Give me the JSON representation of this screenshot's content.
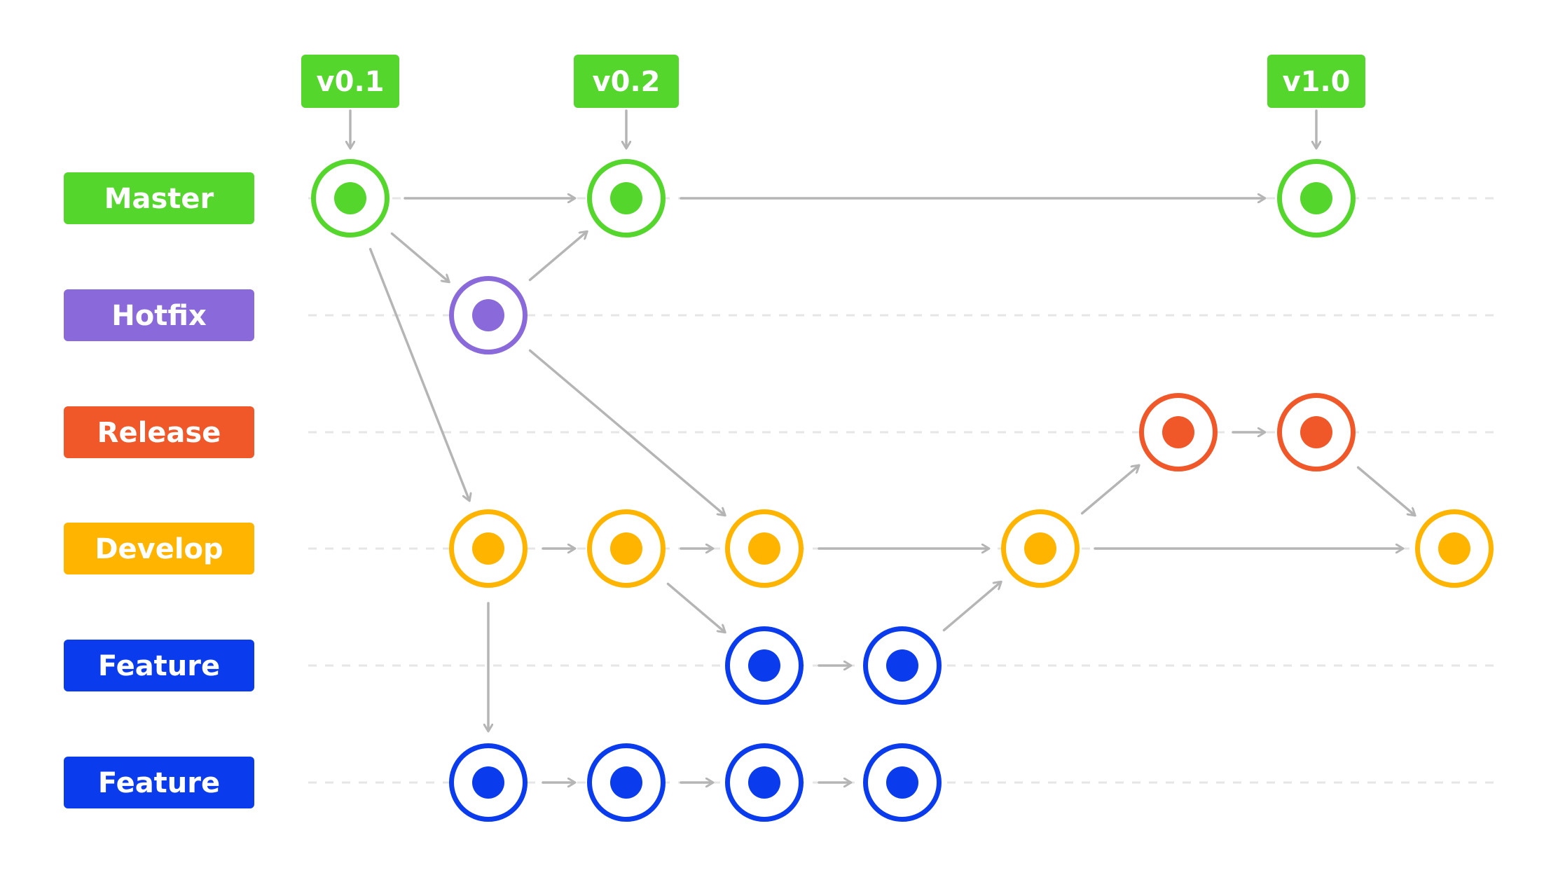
{
  "colors": {
    "master": "#54d62c",
    "hotfix": "#8a6ada",
    "release": "#f0582a",
    "develop": "#ffb400",
    "feature": "#0a3ced",
    "arrow": "#b5b5b5",
    "guide": "#e6e6e6",
    "label_text": "#ffffff",
    "node_fill": "#ffffff"
  },
  "branches": [
    {
      "id": "master",
      "label": "Master",
      "color": "master"
    },
    {
      "id": "hotfix",
      "label": "Hotfix",
      "color": "hotfix"
    },
    {
      "id": "release",
      "label": "Release",
      "color": "release"
    },
    {
      "id": "develop",
      "label": "Develop",
      "color": "develop"
    },
    {
      "id": "feature1",
      "label": "Feature",
      "color": "feature"
    },
    {
      "id": "feature2",
      "label": "Feature",
      "color": "feature"
    }
  ],
  "tags": [
    {
      "id": "tag-v01",
      "label": "v0.1",
      "target": "m1"
    },
    {
      "id": "tag-v02",
      "label": "v0.2",
      "target": "m2"
    },
    {
      "id": "tag-v10",
      "label": "v1.0",
      "target": "m3"
    }
  ],
  "commits": [
    {
      "id": "m1",
      "branch": "master",
      "color": "master"
    },
    {
      "id": "m2",
      "branch": "master",
      "color": "master"
    },
    {
      "id": "m3",
      "branch": "master",
      "color": "master"
    },
    {
      "id": "h1",
      "branch": "hotfix",
      "color": "hotfix"
    },
    {
      "id": "r1",
      "branch": "release",
      "color": "release"
    },
    {
      "id": "r2",
      "branch": "release",
      "color": "release"
    },
    {
      "id": "d1",
      "branch": "develop",
      "color": "develop"
    },
    {
      "id": "d2",
      "branch": "develop",
      "color": "develop"
    },
    {
      "id": "d3",
      "branch": "develop",
      "color": "develop"
    },
    {
      "id": "d4",
      "branch": "develop",
      "color": "develop"
    },
    {
      "id": "d5",
      "branch": "develop",
      "color": "develop"
    },
    {
      "id": "fa1",
      "branch": "feature1",
      "color": "feature"
    },
    {
      "id": "fa2",
      "branch": "feature1",
      "color": "feature"
    },
    {
      "id": "fb1",
      "branch": "feature2",
      "color": "feature"
    },
    {
      "id": "fb2",
      "branch": "feature2",
      "color": "feature"
    },
    {
      "id": "fb3",
      "branch": "feature2",
      "color": "feature"
    },
    {
      "id": "fb4",
      "branch": "feature2",
      "color": "feature"
    }
  ],
  "edges": [
    {
      "from": "m1",
      "to": "m2"
    },
    {
      "from": "m2",
      "to": "m3"
    },
    {
      "from": "m1",
      "to": "h1"
    },
    {
      "from": "h1",
      "to": "m2"
    },
    {
      "from": "m1",
      "to": "d1"
    },
    {
      "from": "h1",
      "to": "d3"
    },
    {
      "from": "d1",
      "to": "d2"
    },
    {
      "from": "d2",
      "to": "d3"
    },
    {
      "from": "d3",
      "to": "d4"
    },
    {
      "from": "d4",
      "to": "d5"
    },
    {
      "from": "d2",
      "to": "fa1"
    },
    {
      "from": "fa1",
      "to": "fa2"
    },
    {
      "from": "fa2",
      "to": "d4"
    },
    {
      "from": "d4",
      "to": "r1"
    },
    {
      "from": "r1",
      "to": "r2"
    },
    {
      "from": "r2",
      "to": "d5"
    },
    {
      "from": "d1",
      "to": "fb1"
    },
    {
      "from": "fb1",
      "to": "fb2"
    },
    {
      "from": "fb2",
      "to": "fb3"
    },
    {
      "from": "fb3",
      "to": "fb4"
    }
  ]
}
